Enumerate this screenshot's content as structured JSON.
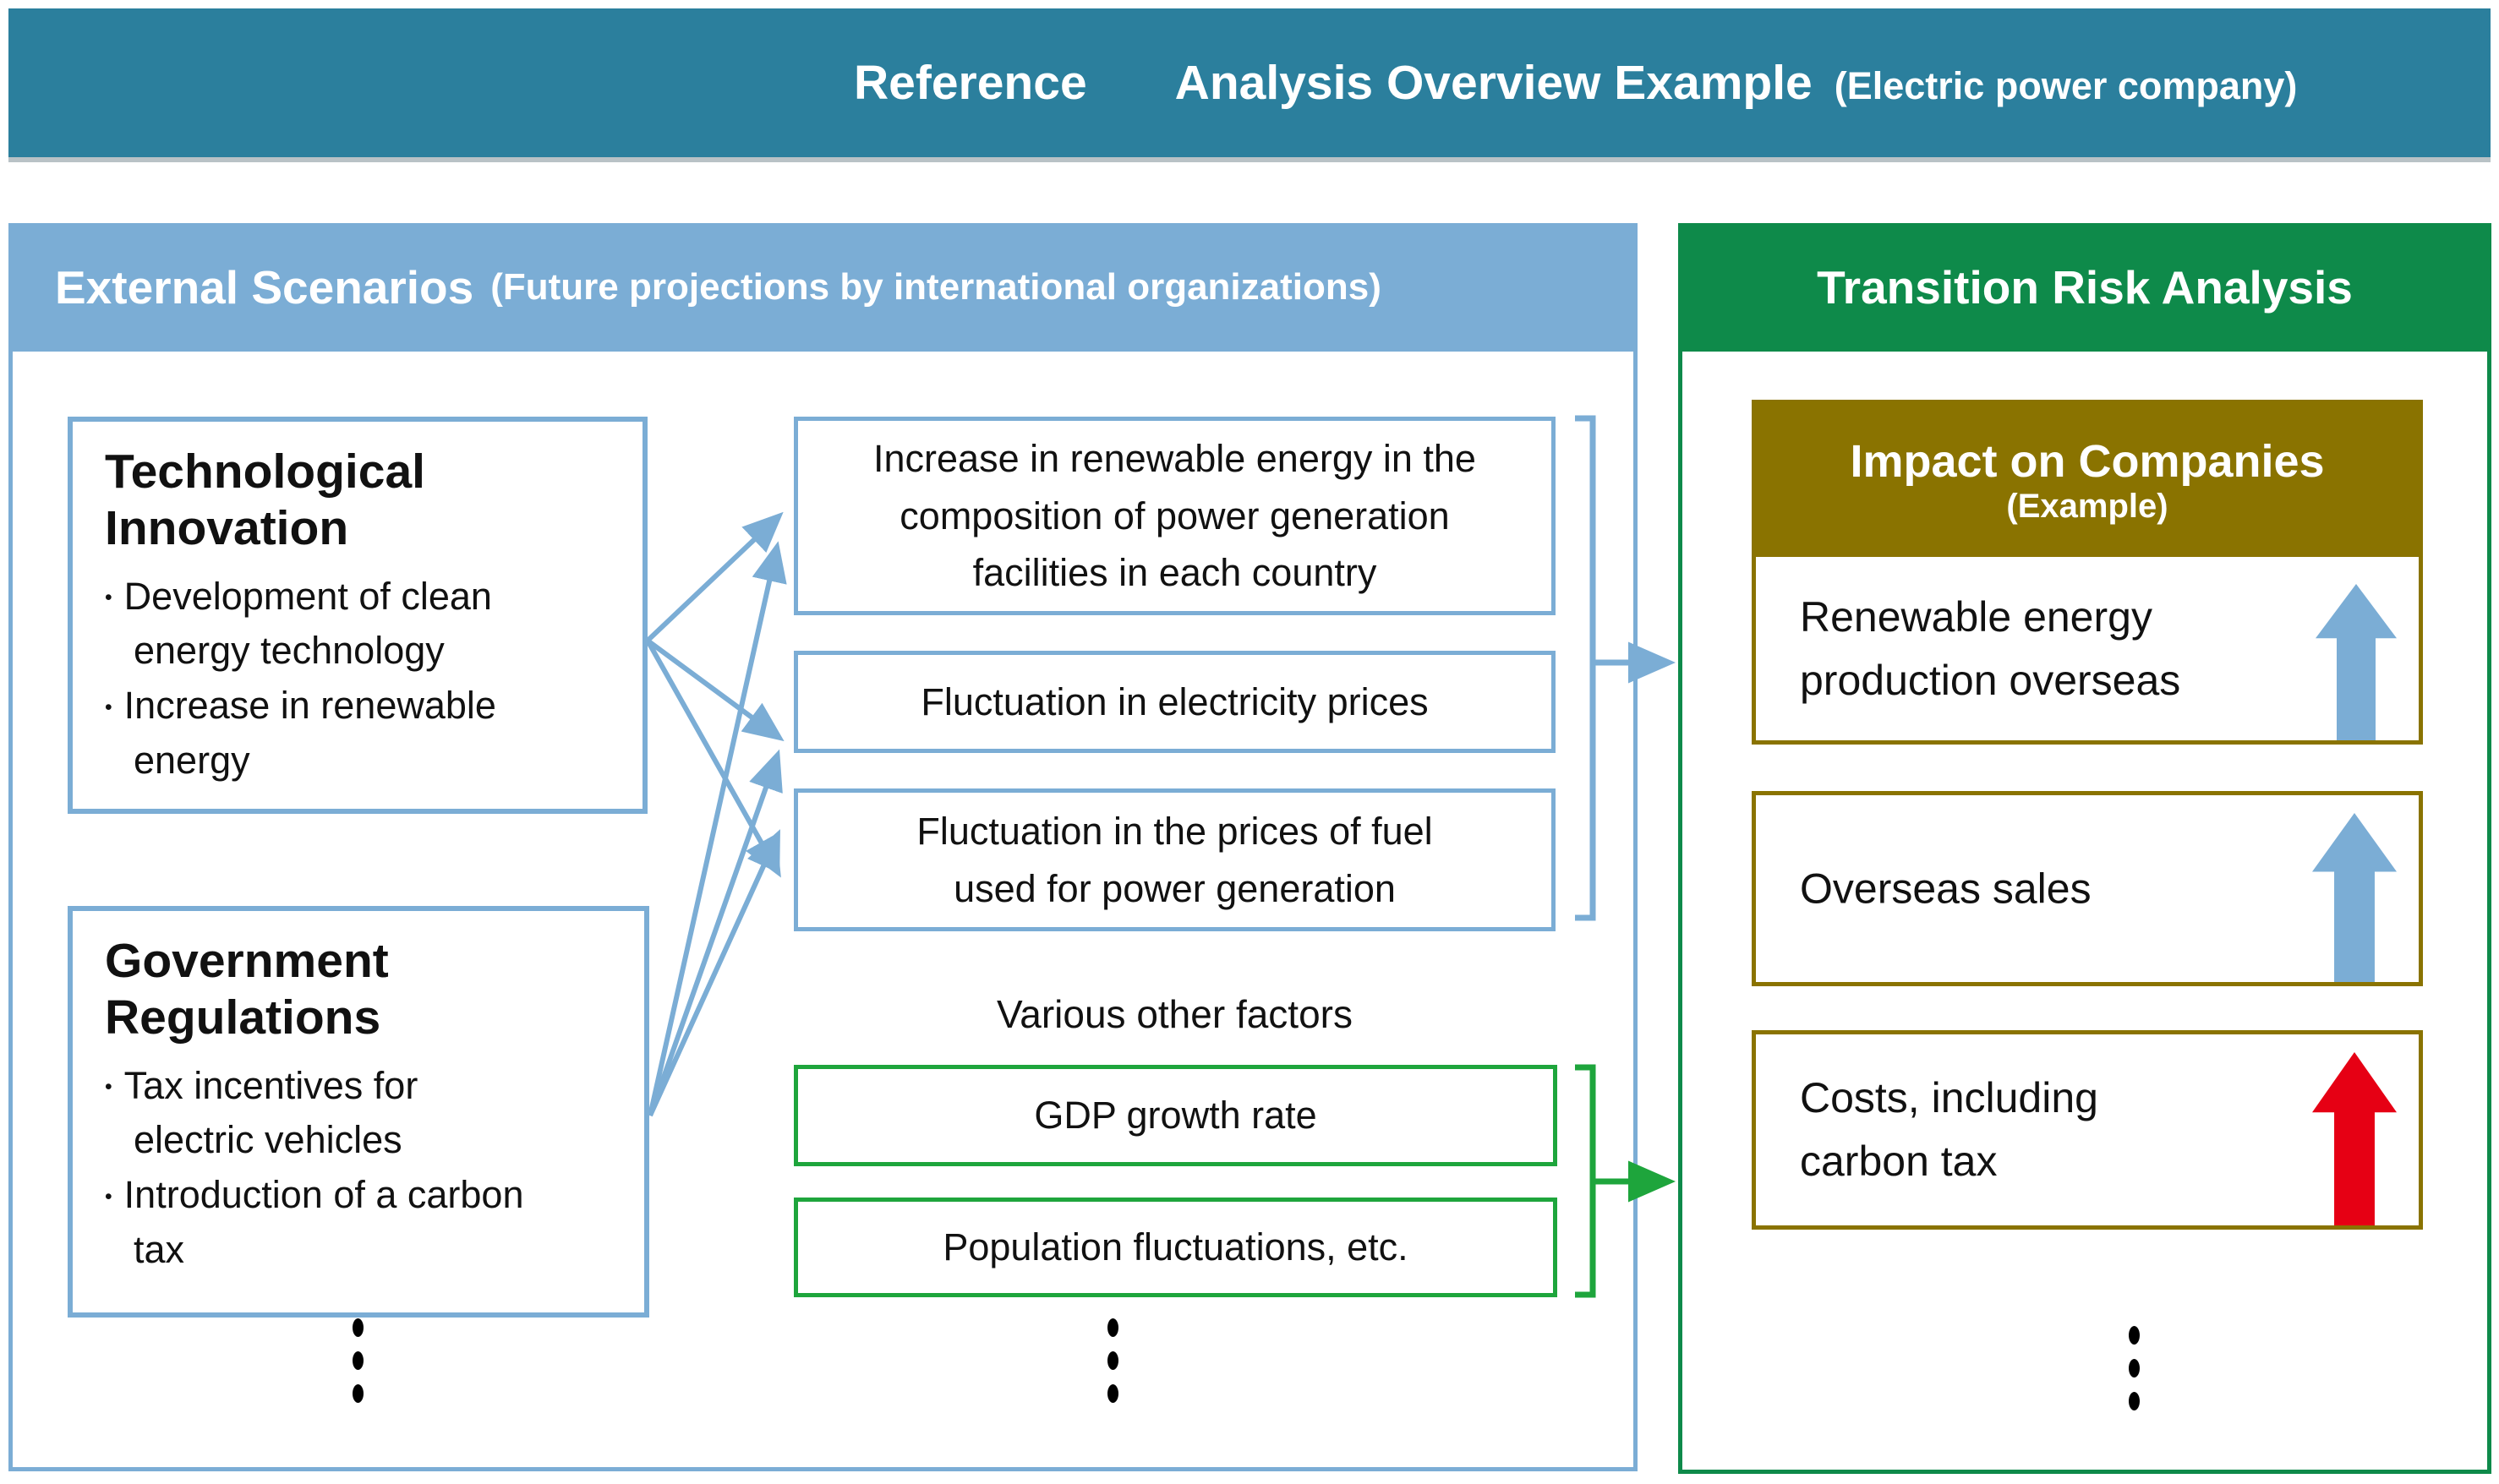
{
  "banner": {
    "label": "Reference",
    "title": "Analysis Overview Example",
    "subtitle": "(Electric power company)"
  },
  "external_scenarios": {
    "title": "External Scenarios",
    "subtitle": "(Future projections by international organizations)",
    "factor_boxes": [
      {
        "title": "Technological Innovation",
        "bullets": [
          "Development of clean energy technology",
          "Increase in renewable energy"
        ]
      },
      {
        "title": "Government Regulations",
        "bullets": [
          "Tax incentives for electric vehicles",
          "Introduction of a carbon tax"
        ]
      }
    ],
    "outcome_boxes": [
      "Increase in renewable energy in the composition of power generation facilities in each country",
      "Fluctuation in electricity prices",
      "Fluctuation in the prices of fuel used for power generation"
    ],
    "other_factors_label": "Various other factors",
    "other_factor_boxes": [
      "GDP growth rate",
      "Population fluctuations, etc."
    ]
  },
  "transition_risk": {
    "title": "Transition Risk Analysis",
    "impact_header": {
      "title": "Impact on Companies",
      "subtitle": "(Example)"
    },
    "impacts": [
      {
        "label": "Renewable energy production overseas",
        "direction": "up",
        "arrow": "blue"
      },
      {
        "label": "Overseas sales",
        "direction": "up",
        "arrow": "blue"
      },
      {
        "label": "Costs, including carbon tax",
        "direction": "up",
        "arrow": "red"
      }
    ]
  },
  "colors": {
    "teal": "#2b7f9d",
    "lblue": "#7badd5",
    "dgreen": "#0e8a4a",
    "bgreen": "#1ea53c",
    "gold": "#8a7300",
    "red": "#e60014"
  }
}
